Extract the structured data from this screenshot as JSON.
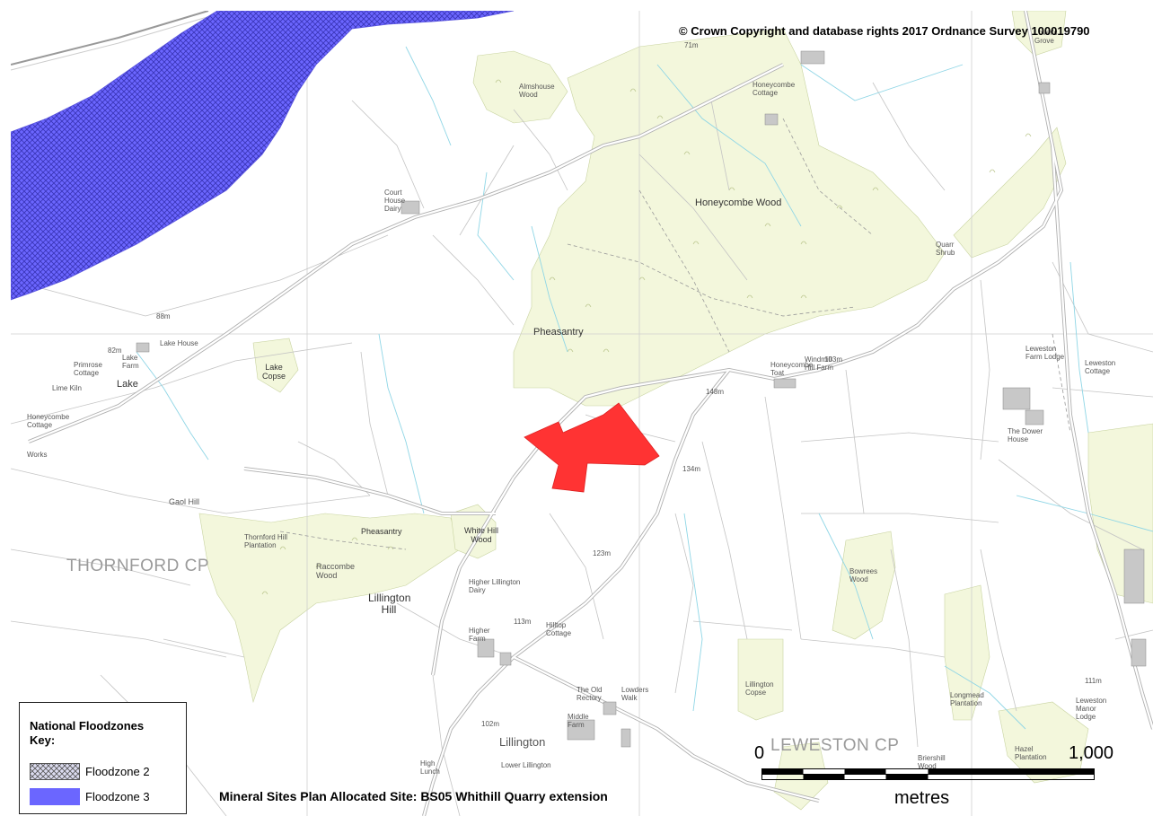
{
  "copyright": "© Crown Copyright and database rights 2017 Ordnance Survey 100019790",
  "parishes": [
    "THORNFORD CP",
    "LEWESTON CP"
  ],
  "places": {
    "honeycombe_wood": "Honeycombe Wood",
    "pheasantry": "Pheasantry",
    "pheasantry_2": "Pheasantry",
    "lake_copse": "Lake Copse",
    "lake": "Lake",
    "lake_farm": "Lake Farm",
    "lake_house": "Lake House",
    "white_hill_wood": "White Hill Wood",
    "higher_lillington_dairy": "Higher Lillington Dairy",
    "lillington_hill": "Lillington Hill",
    "lillington": "Lillington",
    "higher_farm": "Higher Farm",
    "hilltop_cottage": "Hilltop Cottage",
    "the_old_rectory": "The Old Rectory",
    "lowders_walk": "Lowders Walk",
    "middle_farm": "Middle Farm",
    "lower_lillington": "Lower Lillington",
    "high_lunch": "High Lunch",
    "raccombe_wood": "Raccombe Wood",
    "thornford_hill_plantation": "Thornford Hill Plantation",
    "gaol_hill": "Gaol Hill",
    "works": "Works",
    "honeycombe_cottage": "Honeycombe Cottage",
    "court_house_dairy": "Court House Dairy",
    "windmill_hill_farm": "Windmill Hill Farm",
    "the_dower_house": "The Dower House",
    "leweston_farm_lodge": "Leweston Farm Lodge",
    "leweston_cottage": "Leweston Cottage",
    "bowrees_wood": "Bowrees Wood",
    "lillington_copse": "Lillington Copse",
    "longmead_plantation": "Longmead Plantation",
    "leweston_manor_lodge": "Leweston Manor Lodge",
    "quarr_shrub": "Quarr Shrub",
    "lovers_grove": "Lover's Grove",
    "honeycombe_toat": "Honeycombe Toat",
    "almshouse_wood": "Almshouse Wood",
    "briershill_wood": "Briershill Wood",
    "hazel_plantation": "Hazel Plantation",
    "primrose_cottage": "Primrose Cottage",
    "honeycombe_cottage_2": "Honeycombe Cottage",
    "lime_kiln": "Lime Kiln",
    "spot_134": "134m",
    "spot_123": "123m",
    "spot_113": "113m",
    "spot_111": "111m",
    "spot_103": "103m",
    "spot_102": "102m",
    "spot_88": "88m",
    "spot_82": "82m",
    "spot_71": "71m",
    "spot_148": "148m"
  },
  "legend": {
    "title": "National Floodzones Key:",
    "items": [
      {
        "label": "Floodzone 2",
        "swatch": "hatch"
      },
      {
        "label": "Floodzone 3",
        "swatch": "solid"
      }
    ]
  },
  "caption": "Mineral Sites Plan Allocated Site:  BS05 Whithill Quarry extension",
  "scale_bar": {
    "start": "0",
    "end": "1,000",
    "units": "metres"
  },
  "colors": {
    "floodzone3": "#6b66ff",
    "floodzone2_hatch": "#3a35b8",
    "site": "#ff3333",
    "woodland": "#f3f7dc",
    "road": "#b0b0b0",
    "water": "#8fd6e6",
    "grid": "#c8c8c8"
  }
}
